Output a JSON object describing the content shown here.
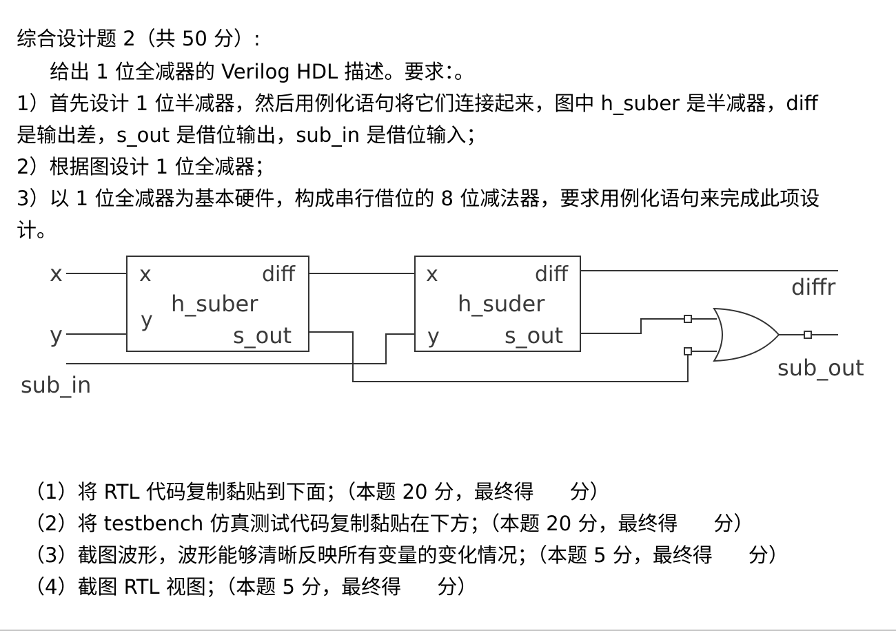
{
  "header": {
    "title": "综合设计题 2（共 50 分）:",
    "intro": "给出 1 位全减器的 Verilog HDL 描述。要求：。",
    "req1_line1": "1）首先设计 1 位半减器，然后用例化语句将它们连接起来，图中 h_suber 是半减器，diff",
    "req1_line2": "是输出差，s_out 是借位输出，sub_in 是借位输入；",
    "req2": "2）根据图设计 1 位全减器；",
    "req3_line1": "3）以 1 位全减器为基本硬件，构成串行借位的 8 位减法器，要求用例化语句来完成此项设",
    "req3_line2": "计。"
  },
  "diagram": {
    "input_x": "x",
    "input_y": "y",
    "input_sub_in": "sub_in",
    "block1": {
      "name": "h_suber",
      "port_x": "x",
      "port_y": "y",
      "port_diff": "diff",
      "port_s_out": "s_out"
    },
    "block2": {
      "name": "h_suder",
      "port_x": "x",
      "port_y": "y",
      "port_diff": "diff",
      "port_s_out": "s_out"
    },
    "output_diffr": "diffr",
    "output_sub_out": "sub_out"
  },
  "tasks": [
    {
      "text": "（1）将 RTL 代码复制黏贴到下面；（本题 20 分，最终得",
      "suffix": "分）"
    },
    {
      "text": "（2）将 testbench 仿真测试代码复制黏贴在下方；（本题 20 分，最终得",
      "suffix": "分）"
    },
    {
      "text": "（3）截图波形，波形能够清晰反映所有变量的变化情况；（本题 5 分，最终得",
      "suffix": "分）"
    },
    {
      "text": "（4）截图 RTL 视图；（本题 5 分，最终得",
      "suffix": "分）"
    }
  ]
}
